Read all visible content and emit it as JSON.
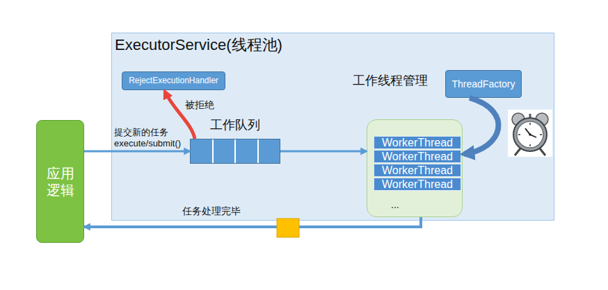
{
  "diagram": {
    "nodes": [
      {
        "text": [
          "应用 逻辑"
        ]
      },
      {
        "text": [
          "ExecutorService(线程池)"
        ]
      },
      {
        "text": [
          "RejectExecutionHandler"
        ],
        "in": 1
      },
      {
        "text": [
          "ThreadFactory"
        ],
        "in": 1
      },
      {
        "text": [
          "工作队列"
        ],
        "in": 1
      },
      {
        "text": [
          "..."
        ],
        "in": 1
      },
      {
        "text": [
          "WorkerThread"
        ],
        "in": 5
      },
      {
        "text": [
          "WorkerThread"
        ],
        "in": 5
      },
      {
        "text": [
          "WorkerThread"
        ],
        "in": 5
      },
      {
        "text": [
          "WorkerThread"
        ],
        "in": 5
      }
    ],
    "edges": [
      {
        "from": 0,
        "to": 4,
        "label": "提交新的任务 execute/submit()",
        "arrow": "to"
      },
      {
        "from": 4,
        "to": 2,
        "label": "被拒绝",
        "arrow": "to"
      },
      {
        "from": 4,
        "to": 5,
        "arrow": "to"
      },
      {
        "from": 3,
        "to": 5,
        "arrow": "to"
      },
      {
        "from": 5,
        "to": 0,
        "label": "任务处理完毕",
        "arrow": "to"
      }
    ],
    "labels": [
      "工作线程管理"
    ]
  }
}
